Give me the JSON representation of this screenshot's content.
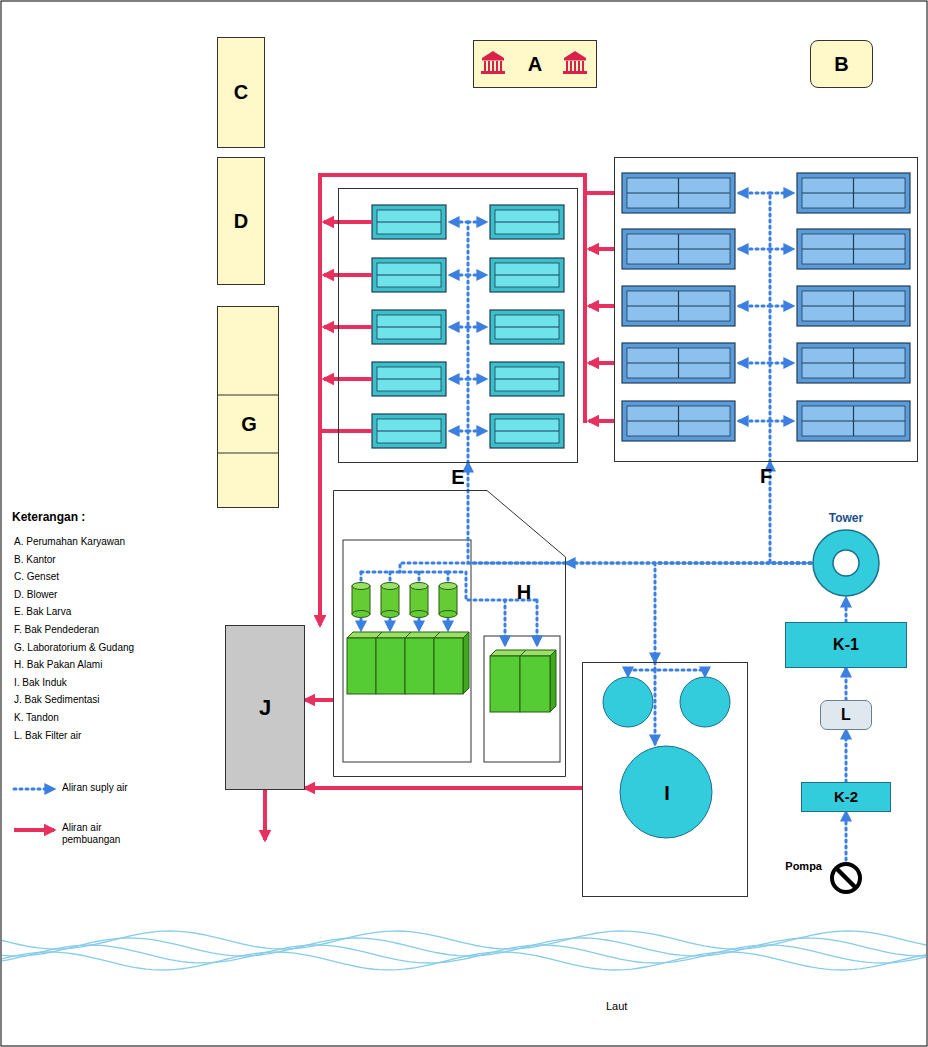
{
  "diagram": {
    "nodes": [
      {
        "text": [
          "A"
        ]
      },
      {
        "text": [
          "B"
        ]
      },
      {
        "text": [
          "C"
        ]
      },
      {
        "text": [
          "D"
        ]
      },
      {
        "text": [
          "E"
        ]
      },
      {
        "text": [
          "F"
        ]
      },
      {
        "text": [
          "G"
        ]
      },
      {
        "text": [
          "Tower"
        ]
      },
      {
        "text": [
          "J"
        ]
      },
      {
        "text": [
          "H"
        ]
      },
      {
        "text": [
          "I"
        ]
      },
      {
        "text": [
          "K-1"
        ]
      },
      {
        "text": [
          "L"
        ]
      },
      {
        "text": [
          "K-2"
        ]
      },
      {
        "text": [
          "Pompa"
        ]
      }
    ],
    "edges": [
      {
        "from": 14,
        "to": 13,
        "arrow": "to"
      },
      {
        "from": 13,
        "to": 12,
        "arrow": "to"
      },
      {
        "from": 12,
        "to": 11,
        "arrow": "to"
      },
      {
        "from": 11,
        "to": 7,
        "arrow": "to"
      },
      {
        "from": 7,
        "to": 5,
        "arrow": "to"
      },
      {
        "from": 7,
        "to": 4,
        "arrow": "to"
      },
      {
        "from": 7,
        "to": 9,
        "arrow": "to"
      },
      {
        "from": 7,
        "to": 10,
        "arrow": "to"
      },
      {
        "from": 5,
        "to": 8,
        "arrow": "to"
      },
      {
        "from": 4,
        "to": 8,
        "arrow": "to"
      },
      {
        "from": 9,
        "to": 8,
        "arrow": "to"
      },
      {
        "from": 10,
        "to": 8,
        "arrow": "to"
      }
    ],
    "labels": [
      "Keterangan :",
      "A. Perumahan Karyawan",
      "B. Kantor",
      "C. Genset",
      "D. Blower",
      "E. Bak Larva",
      "F. Bak Pendederan",
      "G. Laboratorium & Gudang",
      "H. Bak Pakan Alami",
      "I. Bak Induk",
      "J. Bak Sedimentasi",
      "K. Tandon",
      "L. Bak Filter air",
      "Laut"
    ],
    "legend": [
      {
        "text": "Aliran suply air"
      },
      {
        "text": "Aliran air pembuangan"
      }
    ]
  }
}
